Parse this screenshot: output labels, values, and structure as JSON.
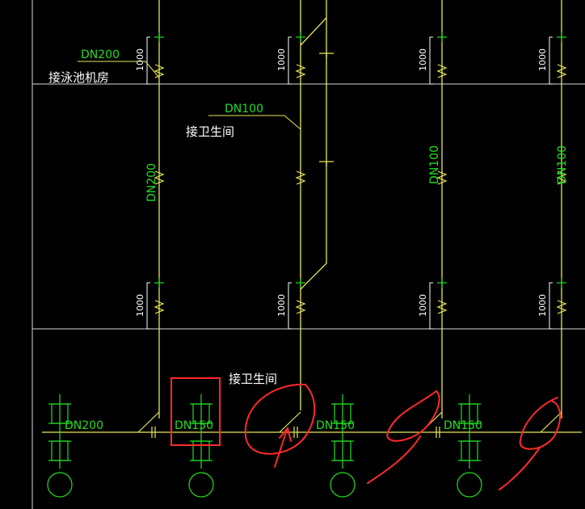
{
  "colors": {
    "background": "#000000",
    "pipe": "#e8e85a",
    "grid": "#dddddd",
    "label": "#22dd22",
    "markup": "#ff2a2a"
  },
  "labels": {
    "dn200_top": "DN200",
    "pool_room": "接泳池机房",
    "dn100_top": "DN100",
    "bathroom_1": "接卫生间",
    "dn200_vertical": "DN200",
    "dn100_vert_a": "DN100",
    "dn100_vert_b": "DN100",
    "bathroom_2": "接卫生间",
    "dn200_bottom": "DN200",
    "dn150_a": "DN150",
    "dn150_b": "DN150",
    "dn150_c": "DN150"
  },
  "dims": {
    "d1": "1000",
    "d2": "1000",
    "d3": "1000",
    "d4": "1000",
    "d5": "1000",
    "d6": "1000",
    "d7": "1000",
    "d8": "1000"
  },
  "icons": {
    "valve": "gate-valve-icon",
    "spring": "spring-hanger-icon",
    "pump": "pump-circle-icon"
  }
}
